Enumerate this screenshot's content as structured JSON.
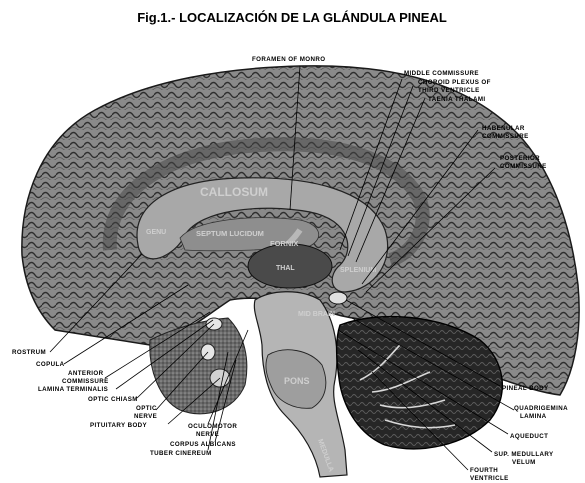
{
  "title": "Fig.1.- LOCALIZACIÓN DE LA GLÁNDULA PINEAL",
  "labels": {
    "foramen_of_monro": "FORAMEN OF MONRO",
    "middle_commissure": "MIDDLE COMMISSURE",
    "choroid_plexus_1": "CHOROID PLEXUS OF",
    "choroid_plexus_2": "THIRD VENTRICLE",
    "taenia_thalami": "TAENIA THALAMI",
    "habenular_1": "HABENULAR",
    "habenular_2": "COMMISSURE",
    "posterior_1": "POSTERIOR",
    "posterior_2": "COMMISSURE",
    "rostrum": "ROSTRUM",
    "copula": "COPULA",
    "anterior_1": "ANTERIOR",
    "anterior_2": "COMMISSURE",
    "lamina_terminalis": "LAMINA TERMINALIS",
    "optic_chiasm": "OPTIC CHIASM",
    "optic_nerve_1": "OPTIC",
    "optic_nerve_2": "NERVE",
    "pituitary_body": "PITUITARY BODY",
    "oculomotor_1": "OCULOMOTOR",
    "oculomotor_2": "NERVE",
    "corpus_albicans": "CORPUS ALBICANS",
    "tuber_cinereum": "TUBER CINEREUM",
    "pineal_body": "PINEAL BODY",
    "quadrigemina_1": "QUADRIGEMINA",
    "quadrigemina_2": "LAMINA",
    "aqueduct": "AQUEDUCT",
    "velum_1": "SUP. MEDULLARY",
    "velum_2": "VELUM",
    "fourth_1": "FOURTH",
    "fourth_2": "VENTRICLE"
  },
  "internal_labels": {
    "callosum": "CALLOSUM",
    "genu": "GENU",
    "septum_lucidum": "SEPTUM LUCIDUM",
    "fornix": "FORNIX",
    "splenium": "SPLENIUM",
    "thalamus": "THAL",
    "pons": "PONS",
    "medulla": "MEDULLA",
    "mid_brain": "MID BRAIN"
  }
}
